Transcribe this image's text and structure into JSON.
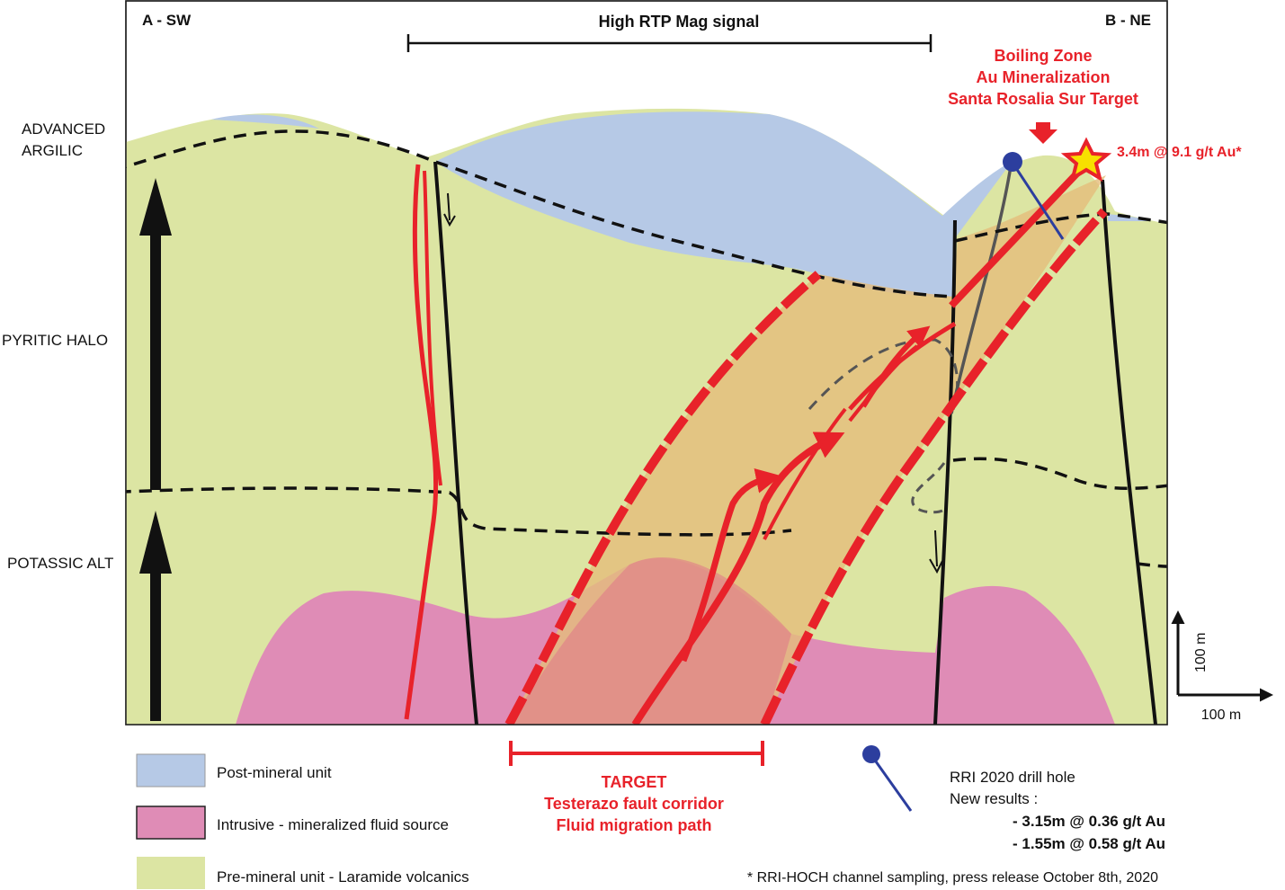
{
  "corner_labels": {
    "left": "A - SW",
    "right": "B - NE"
  },
  "mag_signal_label": "High RTP Mag signal",
  "zones": {
    "advanced_line1": "ADVANCED",
    "advanced_line2": "ARGILIC",
    "pyritic": "PYRITIC HALO",
    "potassic": "POTASSIC ALT"
  },
  "boiling_zone": {
    "line1": "Boiling Zone",
    "line2": "Au Mineralization",
    "line3": "Santa Rosalia Sur Target"
  },
  "sample_result": "3.4m @ 9.1 g/t Au*",
  "scale": {
    "vertical": "100 m",
    "horizontal": "100 m"
  },
  "target": {
    "line1": "TARGET",
    "line2": "Testerazo fault corridor",
    "line3": "Fluid migration path"
  },
  "legend": [
    {
      "label": "Post-mineral unit",
      "color": "#b6c9e6"
    },
    {
      "label": "Intrusive - mineralized fluid source",
      "color": "#df8cb6"
    },
    {
      "label": "Pre-mineral unit - Laramide volcanics",
      "color": "#dce5a3"
    }
  ],
  "drill_hole": {
    "title": "RRI 2020 drill hole",
    "subtitle": "New results :",
    "result1": "- 3.15m @ 0.36 g/t Au",
    "result2": "- 1.55m @ 0.58 g/t Au"
  },
  "footnote": "* RRI-HOCH channel sampling, press release October 8th, 2020",
  "colors": {
    "post_mineral": "#b6c9e6",
    "intrusive": "#df8cb6",
    "pre_mineral": "#dce5a3",
    "corridor": "#e4bd7c",
    "red": "#e8222a",
    "drill": "#2c3e9e"
  }
}
